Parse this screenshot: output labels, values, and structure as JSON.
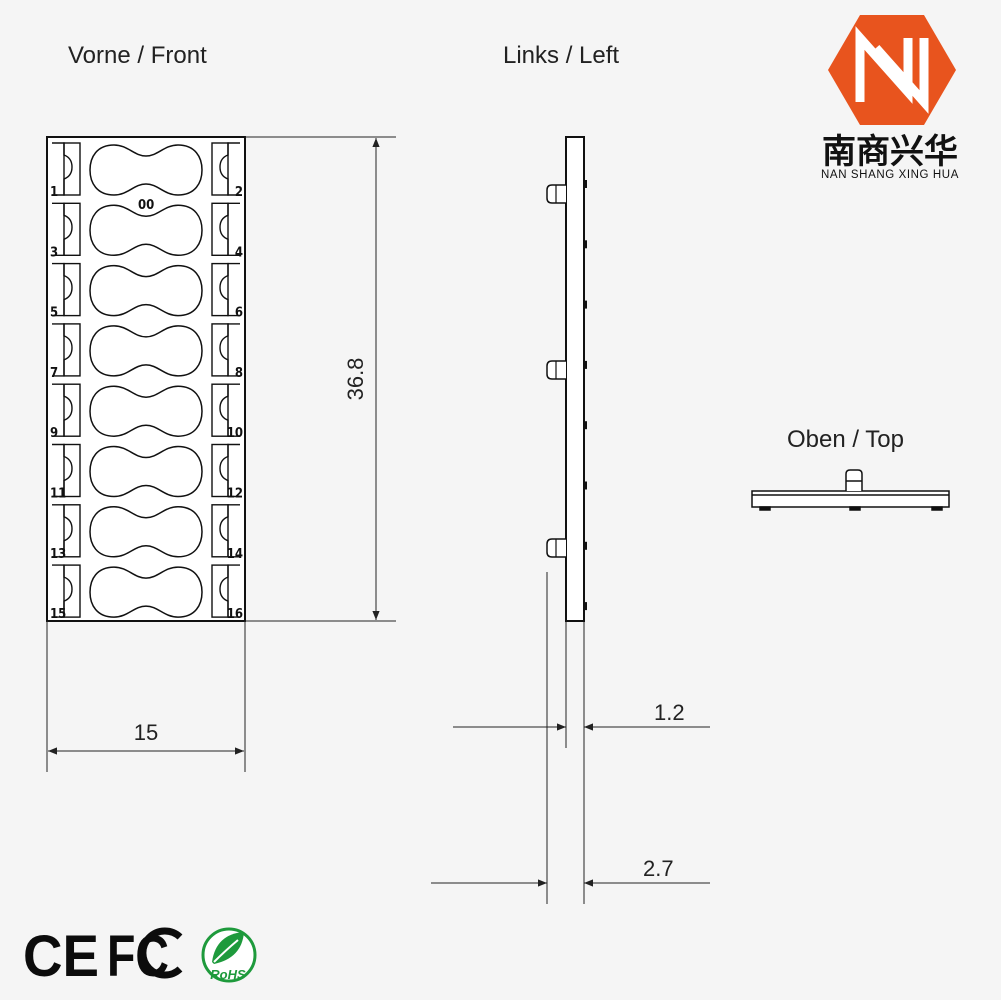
{
  "views": {
    "front": "Vorne / Front",
    "left": "Links / Left",
    "top": "Oben / Top"
  },
  "dimensions": {
    "height": "36.8",
    "width": "15",
    "thickness_board": "1.2",
    "thickness_total": "2.7"
  },
  "pad_labels": [
    "1",
    "2",
    "3",
    "4",
    "5",
    "6",
    "7",
    "8",
    "9",
    "10",
    "11",
    "12",
    "13",
    "14",
    "15",
    "16"
  ],
  "center_mark": "00",
  "brand": {
    "name_cn": "南商兴华",
    "name_en": "NAN SHANG XING HUA",
    "accent": "#e8541e"
  },
  "certifications": {
    "ce": "CE",
    "fcc": "FC",
    "rohs": "RoHS"
  }
}
